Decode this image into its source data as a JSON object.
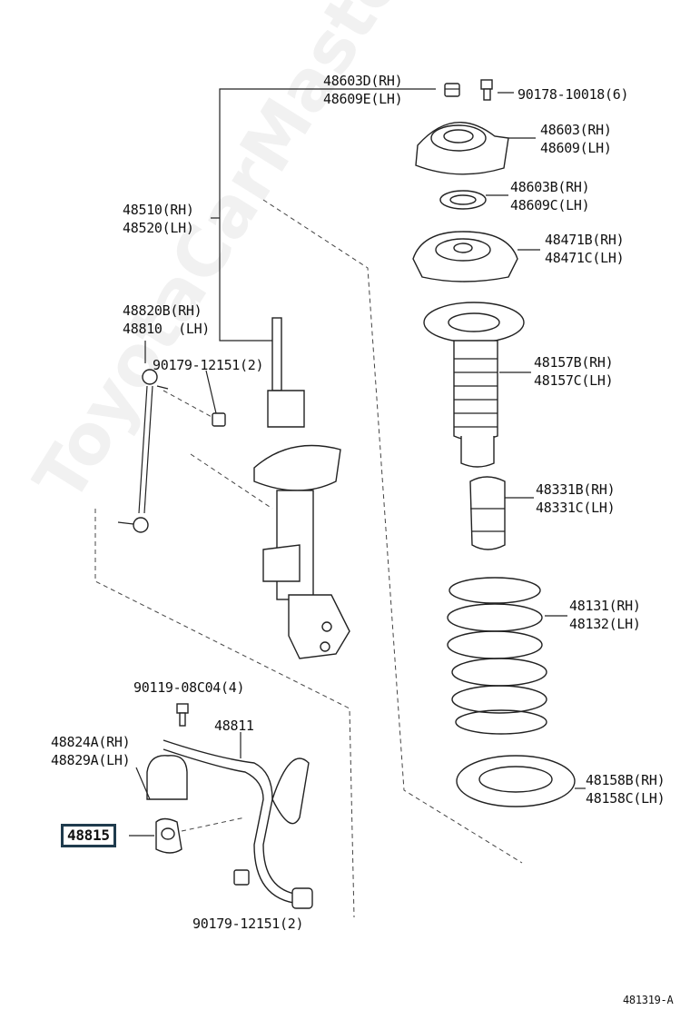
{
  "watermark": "ToyotaCarMasterr.ru",
  "figure_id": "481319-A",
  "labels": {
    "l_48603D": "48603D(RH)",
    "l_48609E": "48609E(LH)",
    "l_90178": "90178-10018(6)",
    "l_48603": "48603(RH)",
    "l_48609": "48609(LH)",
    "l_48603B": "48603B(RH)",
    "l_48609C": "48609C(LH)",
    "l_48471B": "48471B(RH)",
    "l_48471C": "48471C(LH)",
    "l_48510": "48510(RH)",
    "l_48520": "48520(LH)",
    "l_48820B": "48820B(RH)",
    "l_48810": "48810  (LH)",
    "l_90179a": "90179-12151(2)",
    "l_48157B": "48157B(RH)",
    "l_48157C": "48157C(LH)",
    "l_48331B": "48331B(RH)",
    "l_48331C": "48331C(LH)",
    "l_48131": "48131(RH)",
    "l_48132": "48132(LH)",
    "l_90119": "90119-08C04(4)",
    "l_48811": "48811",
    "l_48824A": "48824A(RH)",
    "l_48829A": "48829A(LH)",
    "l_48158B": "48158B(RH)",
    "l_48158C": "48158C(LH)",
    "l_48815": "48815",
    "l_90179b": "90179-12151(2)"
  }
}
